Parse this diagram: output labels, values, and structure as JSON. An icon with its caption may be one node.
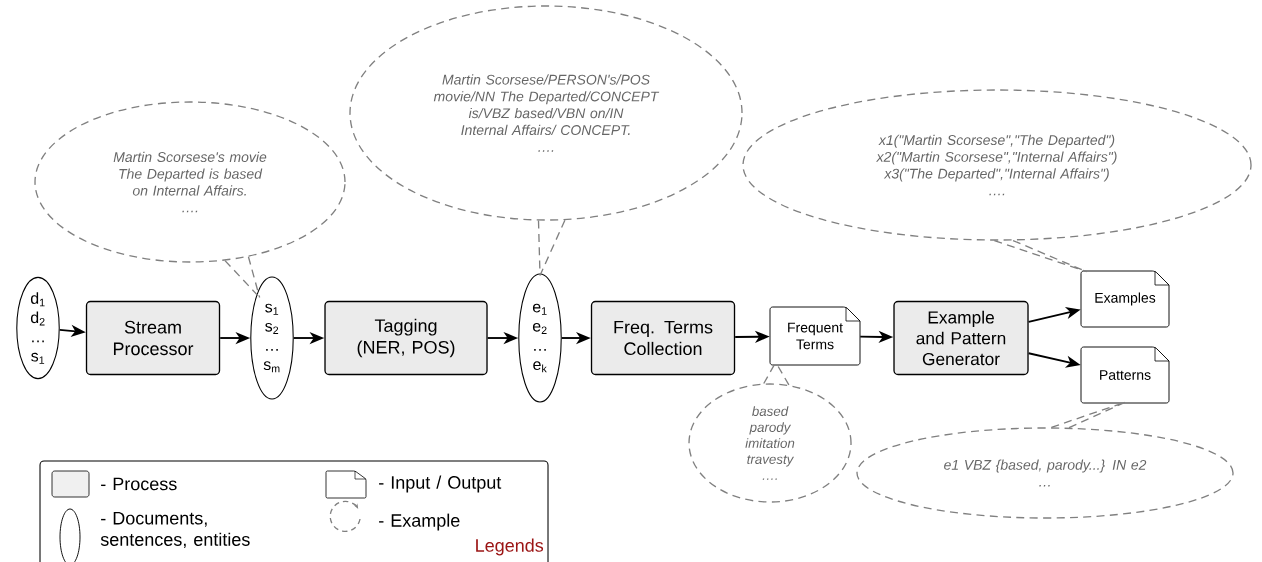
{
  "diagram": {
    "nodes": [
      {
        "text": [
          "d$_{1}$ d$_{2}$ … s$_{1}$"
        ]
      },
      {
        "text": [
          "Stream Processor"
        ]
      },
      {
        "text": [
          "s$_{1}$ s$_{2}$ … s$_{m}$"
        ]
      },
      {
        "text": [
          "Tagging (NER, POS)"
        ]
      },
      {
        "text": [
          "e$_{1}$ e$_{2}$ … e$_{k}$"
        ]
      },
      {
        "text": [
          "Freq. Terms Collection"
        ]
      },
      {
        "text": [
          "Frequent Terms"
        ]
      },
      {
        "text": [
          "Example and Pattern Generator"
        ]
      },
      {
        "text": [
          "Examples"
        ]
      },
      {
        "text": [
          "Patterns"
        ]
      },
      {
        "text": [
          "Martin Scorsese's movie The Departed is based on Internal Affairs.",
          "…."
        ]
      },
      {
        "text": [
          "Martin Scorsese/PERSON's/POS movie/NN The Departed/CONCEPT is/VBZ based/VBN on/IN Internal Affairs/ CONCEPT.",
          "…."
        ]
      },
      {
        "text": [
          "x1(\"Martin Scorsese\",\"The Departed\")",
          "x2(\"Martin Scorsese\",\"Internal Affairs\")",
          "x3(\"The Departed\",\"Internal Affairs\")",
          "…."
        ]
      },
      {
        "text": [
          "based",
          "parody",
          "imitation",
          "travesty",
          "…."
        ]
      },
      {
        "text": [
          "e1 VBZ {based, parody...} IN e2",
          "…"
        ]
      }
    ],
    "edges": [
      {
        "from": 0,
        "to": 1,
        "arrow": "to"
      },
      {
        "from": 1,
        "to": 2,
        "arrow": "to"
      },
      {
        "from": 2,
        "to": 3,
        "arrow": "to"
      },
      {
        "from": 3,
        "to": 4,
        "arrow": "to"
      },
      {
        "from": 4,
        "to": 5,
        "arrow": "to"
      },
      {
        "from": 5,
        "to": 6,
        "arrow": "to"
      },
      {
        "from": 6,
        "to": 7,
        "arrow": "to"
      },
      {
        "from": 7,
        "to": 8,
        "arrow": "to"
      },
      {
        "from": 7,
        "to": 9,
        "arrow": "to"
      },
      {
        "from": 10,
        "to": 2,
        "arrow": "none",
        "style": "dashed",
        "color": "#808080"
      },
      {
        "from": 11,
        "to": 4,
        "arrow": "none",
        "style": "dashed",
        "color": "#808080"
      },
      {
        "from": 12,
        "to": 8,
        "arrow": "none",
        "style": "dashed",
        "color": "#808080"
      },
      {
        "from": 13,
        "to": 6,
        "arrow": "none",
        "style": "dashed",
        "color": "#808080"
      },
      {
        "from": 14,
        "to": 9,
        "arrow": "none",
        "style": "dashed",
        "color": "#808080"
      }
    ],
    "labels": [
      "Legends"
    ],
    "legend": [
      {
        "text": "- Process"
      },
      {
        "text": "- Input / Output"
      },
      {
        "text": "- Documents, sentences, entities"
      },
      {
        "text": "- Example"
      }
    ]
  }
}
